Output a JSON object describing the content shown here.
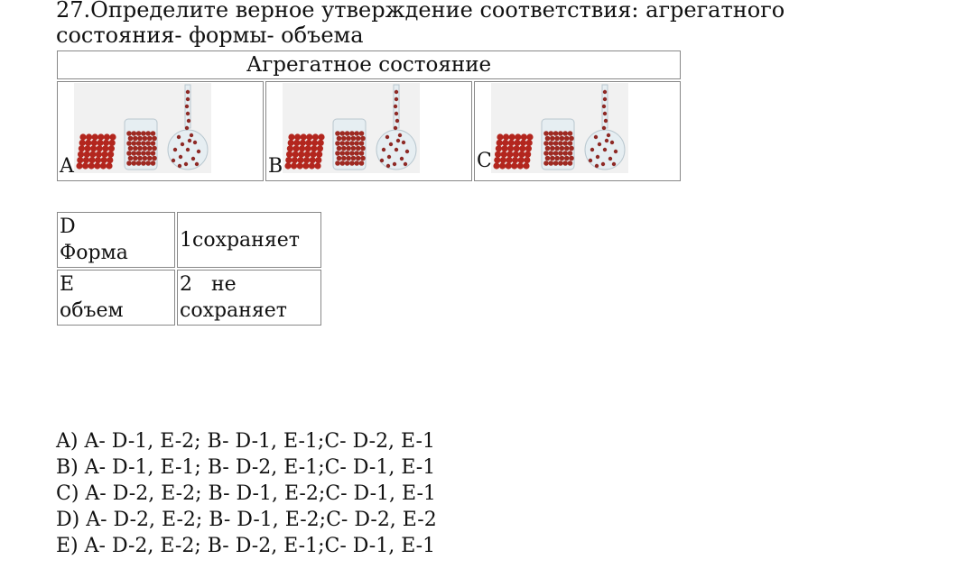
{
  "question": {
    "line1": "27.Определите верное утверждение соответствия:  агрегатного",
    "line2": "состояния- формы- объема"
  },
  "states_table": {
    "header": "Агрегатное состояние",
    "cells": [
      {
        "label": "A"
      },
      {
        "label": "B"
      },
      {
        "label": "C"
      }
    ]
  },
  "properties_table": {
    "rows": [
      {
        "code": "D",
        "name": "Форма",
        "option": "1сохраняет"
      },
      {
        "code": "E",
        "name": "объем",
        "option": "2   не сохраняет"
      }
    ]
  },
  "answers": [
    "A) A- D-1, E-2; B- D-1, E-1;C- D-2, E-1",
    "B) A- D-1, E-1; B- D-2, E-1;C- D-1, E-1",
    "C) A- D-2, E-2; B- D-1, E-2;C- D-1, E-1",
    "D) A- D-2, E-2; B- D-1, E-2;C- D-2, E-2",
    "E) A- D-2, E-2; B- D-2, E-1;C- D-1, E-1"
  ],
  "colors": {
    "particle": "#b3261e",
    "border": "#888888"
  }
}
